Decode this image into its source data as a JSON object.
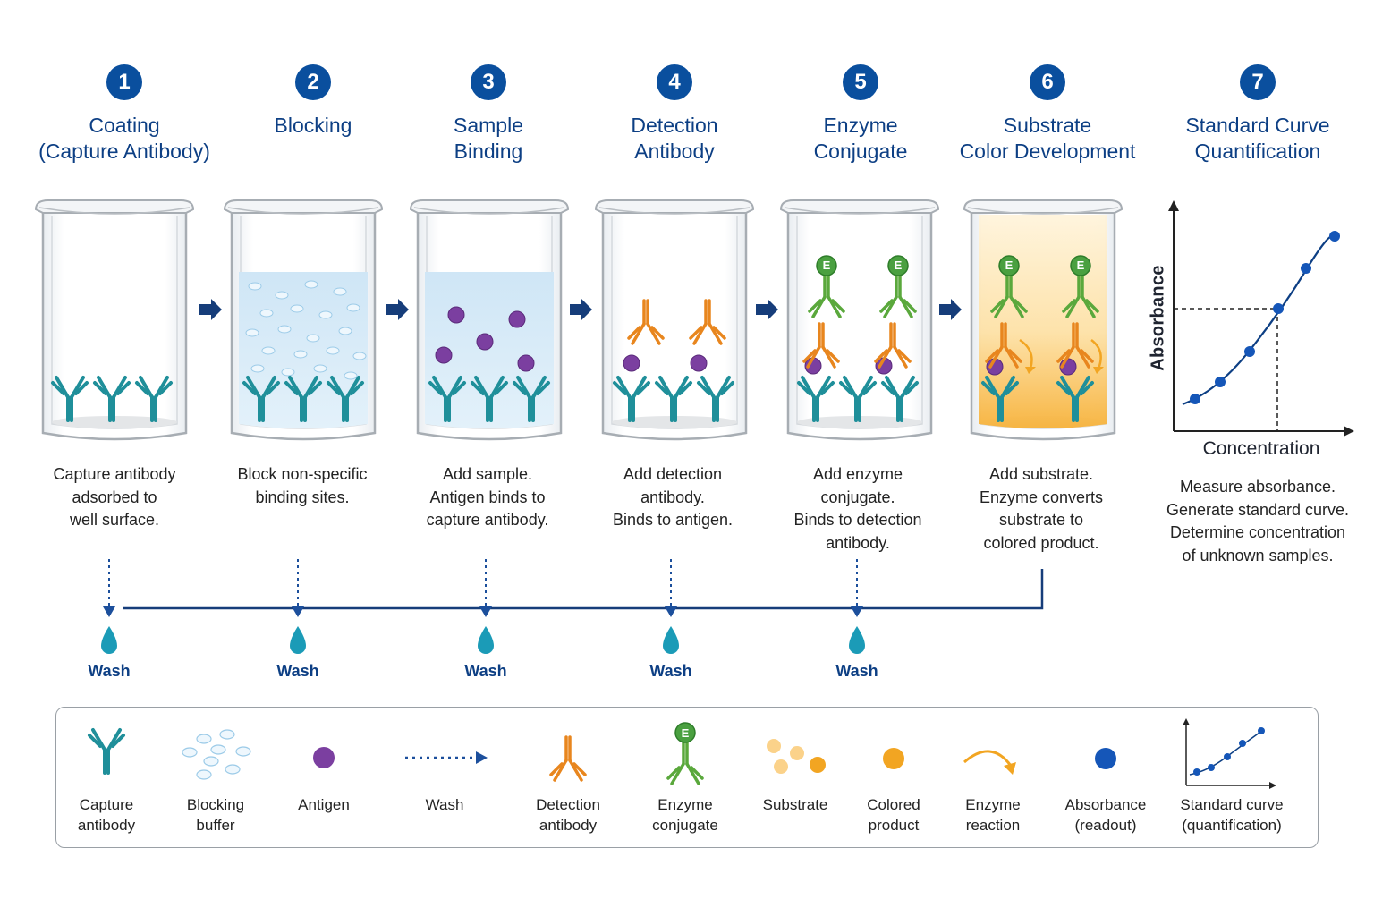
{
  "steps": [
    {
      "num": "1",
      "title": "Coating\n(Capture Antibody)",
      "desc": "Capture antibody\nadsorbed to\nwell surface."
    },
    {
      "num": "2",
      "title": "Blocking",
      "desc": "Block non-specific\nbinding sites."
    },
    {
      "num": "3",
      "title": "Sample\nBinding",
      "desc": "Add sample.\nAntigen binds to\ncapture antibody."
    },
    {
      "num": "4",
      "title": "Detection\nAntibody",
      "desc": "Add detection\nantibody.\nBinds to antigen."
    },
    {
      "num": "5",
      "title": "Enzyme\nConjugate",
      "desc": "Add enzyme\nconjugate.\nBinds to detection\nantibody."
    },
    {
      "num": "6",
      "title": "Substrate\nColor Development",
      "desc": "Add substrate.\nEnzyme converts\nsubstrate to\ncolored product."
    },
    {
      "num": "7",
      "title": "Standard Curve\nQuantification",
      "desc": "Measure absorbance.\nGenerate standard curve.\nDetermine concentration\nof unknown samples."
    }
  ],
  "wash_label": "Wash",
  "enzyme_letter": "E",
  "graph": {
    "xlabel": "Concentration",
    "ylabel": "Absorbance"
  },
  "legend": [
    {
      "label": "Capture\nantibody",
      "icon": "capture-antibody-icon"
    },
    {
      "label": "Blocking\nbuffer",
      "icon": "blocking-buffer-icon"
    },
    {
      "label": "Antigen",
      "icon": "antigen-icon"
    },
    {
      "label": "Wash",
      "icon": "wash-arrow-icon"
    },
    {
      "label": "Detection\nantibody",
      "icon": "detection-antibody-icon"
    },
    {
      "label": "Enzyme\nconjugate",
      "icon": "enzyme-conjugate-icon"
    },
    {
      "label": "Substrate",
      "icon": "substrate-icon"
    },
    {
      "label": "Colored\nproduct",
      "icon": "colored-product-icon"
    },
    {
      "label": "Enzyme\nreaction",
      "icon": "enzyme-reaction-icon"
    },
    {
      "label": "Absorbance\n(readout)",
      "icon": "absorbance-icon"
    },
    {
      "label": "Standard curve\n(quantification)",
      "icon": "standard-curve-icon"
    }
  ],
  "colors": {
    "step_blue": "#0a4f9e",
    "title_blue": "#0d3f84",
    "capture_antibody": "#1f8f9a",
    "detection_antibody": "#e8861e",
    "enzyme_conjugate": "#5aa83c",
    "antigen": "#7b3fa0",
    "substrate": "#f2a522",
    "absorbance_point": "#1556b8"
  }
}
